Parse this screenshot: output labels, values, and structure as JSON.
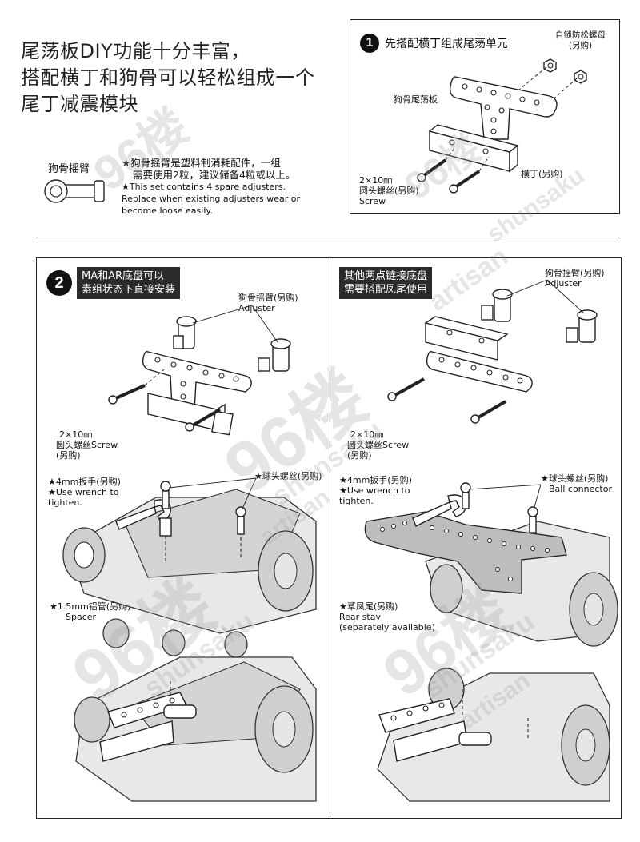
{
  "intro": {
    "line1": "尾荡板DIY功能十分丰富，",
    "line2": "搭配横丁和狗骨可以轻松组成一个",
    "line3": "尾丁减震模块"
  },
  "adjuster_note": {
    "part_label": "狗骨摇臂",
    "cn_line1": "★狗骨摇臂是塑料制消耗配件，一组",
    "cn_line2": "需要使用2粒，建议储备4粒或以上。",
    "en_line1": "★This set contains 4 spare adjusters.",
    "en_line2": "Replace when existing adjusters wear or",
    "en_line3": "become loose easily."
  },
  "step1": {
    "number": "1",
    "title": "先搭配横丁组成尾荡单元",
    "nut_label_cn": "自锁防松螺母",
    "nut_label_sep": "(另购)",
    "plate_label": "狗骨尾荡板",
    "bar_label": "横丁(另购)",
    "screw_size": "2×10㎜",
    "screw_cn": "圆头螺丝(另购)",
    "screw_en": "Screw"
  },
  "step2": {
    "number": "2",
    "left": {
      "tag_line1": "MA和AR底盘可以",
      "tag_line2": "素组状态下直接安装",
      "adjuster_cn": "狗骨摇臂(另购)",
      "adjuster_en": "Adjuster",
      "screw_size": "2×10㎜",
      "screw_cn": "圆头螺丝Screw",
      "screw_sep": "(另购)",
      "wrench_cn": "★4mm扳手(另购)",
      "wrench_en1": "★Use wrench to",
      "wrench_en2": "tighten.",
      "ball_cn": "★球头螺丝(另购)",
      "spacer_cn": "★1.5mm铝管(另购)",
      "spacer_en": "Spacer"
    },
    "right": {
      "tag_line1": "其他两点链接底盘",
      "tag_line2": "需要搭配凤尾使用",
      "adjuster_cn": "狗骨摇臂(另购)",
      "adjuster_en": "Adjuster",
      "screw_size": "2×10㎜",
      "screw_cn": "圆头螺丝Screw",
      "screw_sep": "(另购)",
      "wrench_cn": "★4mm扳手(另购)",
      "wrench_en1": "★Use wrench to",
      "wrench_en2": "tighten.",
      "ball_cn": "★球头螺丝(另购)",
      "ball_en": "Ball connector",
      "stay_cn": "★草凤尾(另购)",
      "stay_en1": "Rear stay",
      "stay_en2": "(separately available)"
    }
  },
  "watermark": {
    "brand_num": "96楼",
    "brand_en": "shunsaku",
    "brand_en2": "artisan"
  }
}
